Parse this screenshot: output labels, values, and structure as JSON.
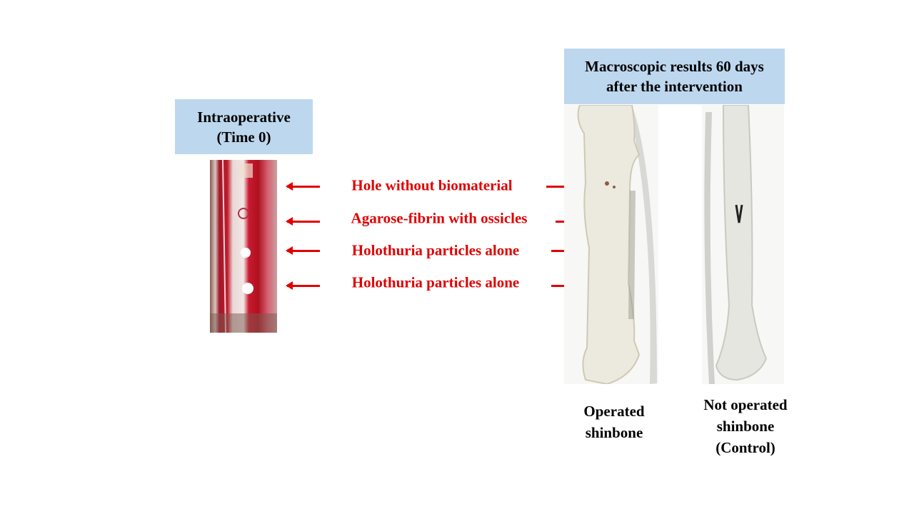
{
  "left_panel": {
    "title_line1": "Intraoperative",
    "title_line2": "(Time 0)"
  },
  "labels": [
    "Hole without biomaterial",
    "Agarose-fibrin with ossicles",
    "Holothuria particles alone",
    "Holothuria particles alone"
  ],
  "right_panel": {
    "title_line1": "Macroscopic results 60 days",
    "title_line2": "after the intervention",
    "operated_caption_line1": "Operated",
    "operated_caption_line2": "shinbone",
    "control_caption_line1": "Not operated",
    "control_caption_line2": "shinbone",
    "control_caption_line3": "(Control)"
  },
  "colors": {
    "header_bg": "#bdd7ee",
    "label_red": "#e00000"
  }
}
